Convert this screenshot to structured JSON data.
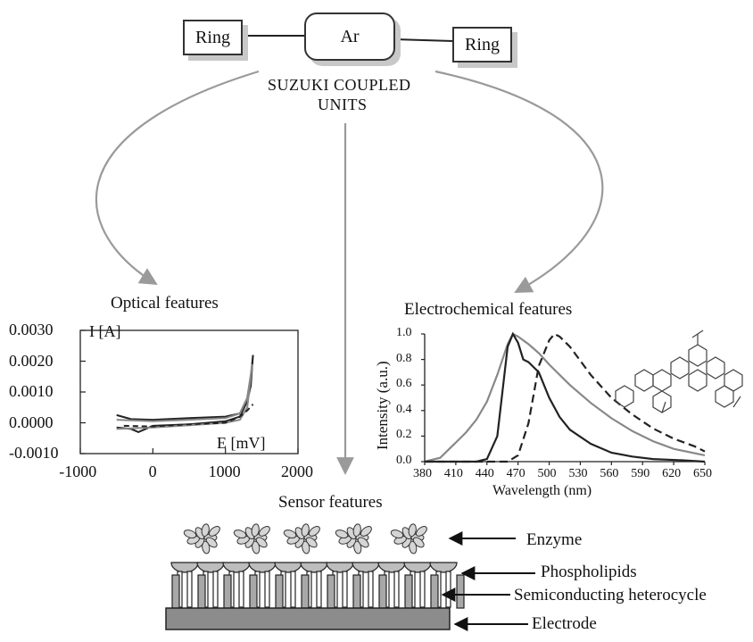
{
  "top": {
    "center_box": "Ar",
    "left_box": "Ring",
    "right_box": "Ring",
    "caption_line1": "SUZUKI COUPLED",
    "caption_line2": "UNITS"
  },
  "sections": {
    "optical": "Optical features",
    "electrochemical": "Electrochemical features",
    "sensor": "Sensor features"
  },
  "sensor_labels": {
    "enzyme": "Enzyme",
    "phospholipids": "Phospholipids",
    "semiconducting": "Semiconducting heterocycle",
    "electrode": "Electrode"
  },
  "chart_data": [
    {
      "type": "line",
      "title": "",
      "xlabel": "E [mV]",
      "ylabel": "I [A]",
      "x_ticks": [
        "-1000",
        "0",
        "1000",
        "2000"
      ],
      "y_ticks": [
        "-0.0010",
        "0.0000",
        "0.0010",
        "0.0020",
        "0.0030"
      ],
      "xlim": [
        -1000,
        2000
      ],
      "ylim": [
        -0.001,
        0.003
      ],
      "series": [
        {
          "style": "solid-dark",
          "points": [
            [
              -500,
              0.00025
            ],
            [
              -300,
              0.00012
            ],
            [
              0,
              0.0001
            ],
            [
              500,
              0.00015
            ],
            [
              1000,
              0.0002
            ],
            [
              1200,
              0.0003
            ],
            [
              1300,
              0.0008
            ],
            [
              1350,
              0.0015
            ],
            [
              1380,
              0.0022
            ],
            [
              1350,
              0.0012
            ],
            [
              1300,
              0.0007
            ],
            [
              1200,
              0.0002
            ],
            [
              1000,
              5e-05
            ],
            [
              500,
              -5e-05
            ],
            [
              0,
              -0.0001
            ],
            [
              -200,
              -0.0003
            ],
            [
              -300,
              -0.0002
            ],
            [
              -500,
              -0.00015
            ]
          ]
        },
        {
          "style": "solid-grey",
          "points": [
            [
              -500,
              0.0001
            ],
            [
              0,
              5e-05
            ],
            [
              500,
              0.0001
            ],
            [
              1000,
              0.00015
            ],
            [
              1200,
              0.0003
            ],
            [
              1300,
              0.0008
            ],
            [
              1370,
              0.0019
            ],
            [
              1300,
              0.0005
            ],
            [
              1200,
              0.0001
            ],
            [
              1000,
              0.0
            ],
            [
              500,
              -8e-05
            ],
            [
              0,
              -0.00015
            ],
            [
              -500,
              -0.0002
            ]
          ]
        },
        {
          "style": "dashed",
          "points": [
            [
              -400,
              -0.0001
            ],
            [
              0,
              -0.00012
            ],
            [
              500,
              -5e-05
            ],
            [
              1000,
              0.0
            ],
            [
              1200,
              0.0002
            ],
            [
              1300,
              0.0004
            ],
            [
              1380,
              0.0006
            ]
          ]
        }
      ]
    },
    {
      "type": "line",
      "title": "",
      "xlabel": "Wavelength (nm)",
      "ylabel": "Intensity (a.u.)",
      "x_ticks": [
        "380",
        "410",
        "440",
        "470",
        "500",
        "530",
        "560",
        "590",
        "620",
        "650"
      ],
      "y_ticks": [
        "0.0",
        "0.2",
        "0.4",
        "0.6",
        "0.8",
        "1.0"
      ],
      "xlim": [
        380,
        650
      ],
      "ylim": [
        0,
        1.0
      ],
      "series": [
        {
          "style": "solid-grey",
          "x": [
            380,
            395,
            410,
            420,
            430,
            440,
            450,
            460,
            465,
            470,
            480,
            490,
            500,
            520,
            540,
            560,
            580,
            600,
            620,
            650
          ],
          "values": [
            0.0,
            0.03,
            0.15,
            0.23,
            0.33,
            0.47,
            0.68,
            0.92,
            1.0,
            0.98,
            0.92,
            0.85,
            0.76,
            0.6,
            0.46,
            0.34,
            0.24,
            0.16,
            0.1,
            0.05
          ]
        },
        {
          "style": "solid-dark",
          "x": [
            380,
            430,
            440,
            450,
            455,
            460,
            465,
            470,
            475,
            480,
            490,
            500,
            510,
            520,
            540,
            560,
            580,
            600,
            630,
            650
          ],
          "values": [
            0.0,
            0.0,
            0.02,
            0.2,
            0.55,
            0.9,
            1.0,
            0.93,
            0.8,
            0.78,
            0.7,
            0.5,
            0.35,
            0.25,
            0.14,
            0.07,
            0.04,
            0.02,
            0.01,
            0.0
          ]
        },
        {
          "style": "dashed",
          "x": [
            380,
            460,
            470,
            480,
            490,
            500,
            505,
            510,
            520,
            540,
            560,
            580,
            600,
            620,
            640,
            650
          ],
          "values": [
            0.0,
            0.0,
            0.05,
            0.3,
            0.75,
            0.95,
            1.0,
            0.98,
            0.9,
            0.68,
            0.5,
            0.37,
            0.26,
            0.18,
            0.12,
            0.08
          ]
        }
      ]
    }
  ]
}
